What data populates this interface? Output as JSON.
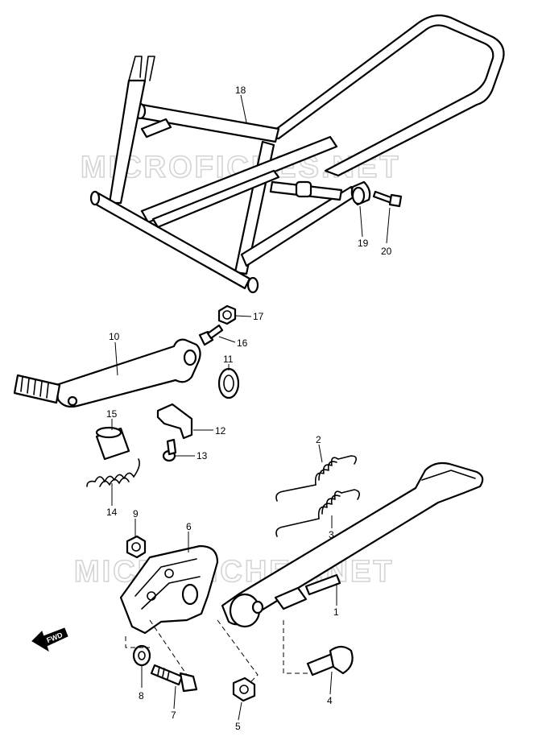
{
  "watermarks": [
    "MICROFICHES.NET",
    "MICROFICHES.NET"
  ],
  "direction_marker": "FWD",
  "callouts": [
    {
      "id": "1",
      "label": "1"
    },
    {
      "id": "2",
      "label": "2"
    },
    {
      "id": "3",
      "label": "3"
    },
    {
      "id": "4",
      "label": "4"
    },
    {
      "id": "5",
      "label": "5"
    },
    {
      "id": "6",
      "label": "6"
    },
    {
      "id": "7",
      "label": "7"
    },
    {
      "id": "8",
      "label": "8"
    },
    {
      "id": "9",
      "label": "9"
    },
    {
      "id": "10",
      "label": "10"
    },
    {
      "id": "11",
      "label": "11"
    },
    {
      "id": "12",
      "label": "12"
    },
    {
      "id": "13",
      "label": "13"
    },
    {
      "id": "14",
      "label": "14"
    },
    {
      "id": "15",
      "label": "15"
    },
    {
      "id": "16",
      "label": "16"
    },
    {
      "id": "17",
      "label": "17"
    },
    {
      "id": "18",
      "label": "18"
    },
    {
      "id": "19",
      "label": "19"
    },
    {
      "id": "20",
      "label": "20"
    }
  ]
}
